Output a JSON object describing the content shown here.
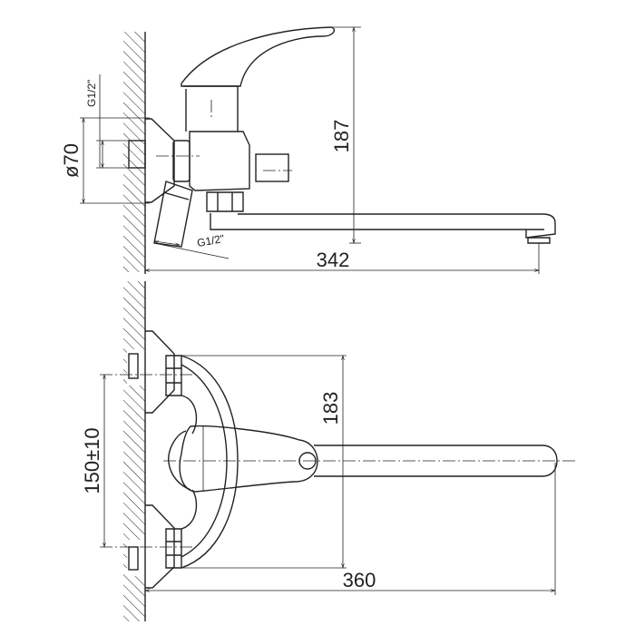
{
  "side_view": {
    "thread_top_label": "G1/2\"",
    "diameter_label": "ø70",
    "thread_bottom_label": "G1/2\"",
    "height_label": "187",
    "length_label": "342"
  },
  "front_view": {
    "height_label": "183",
    "spacing_label": "150±10",
    "length_label": "360"
  }
}
